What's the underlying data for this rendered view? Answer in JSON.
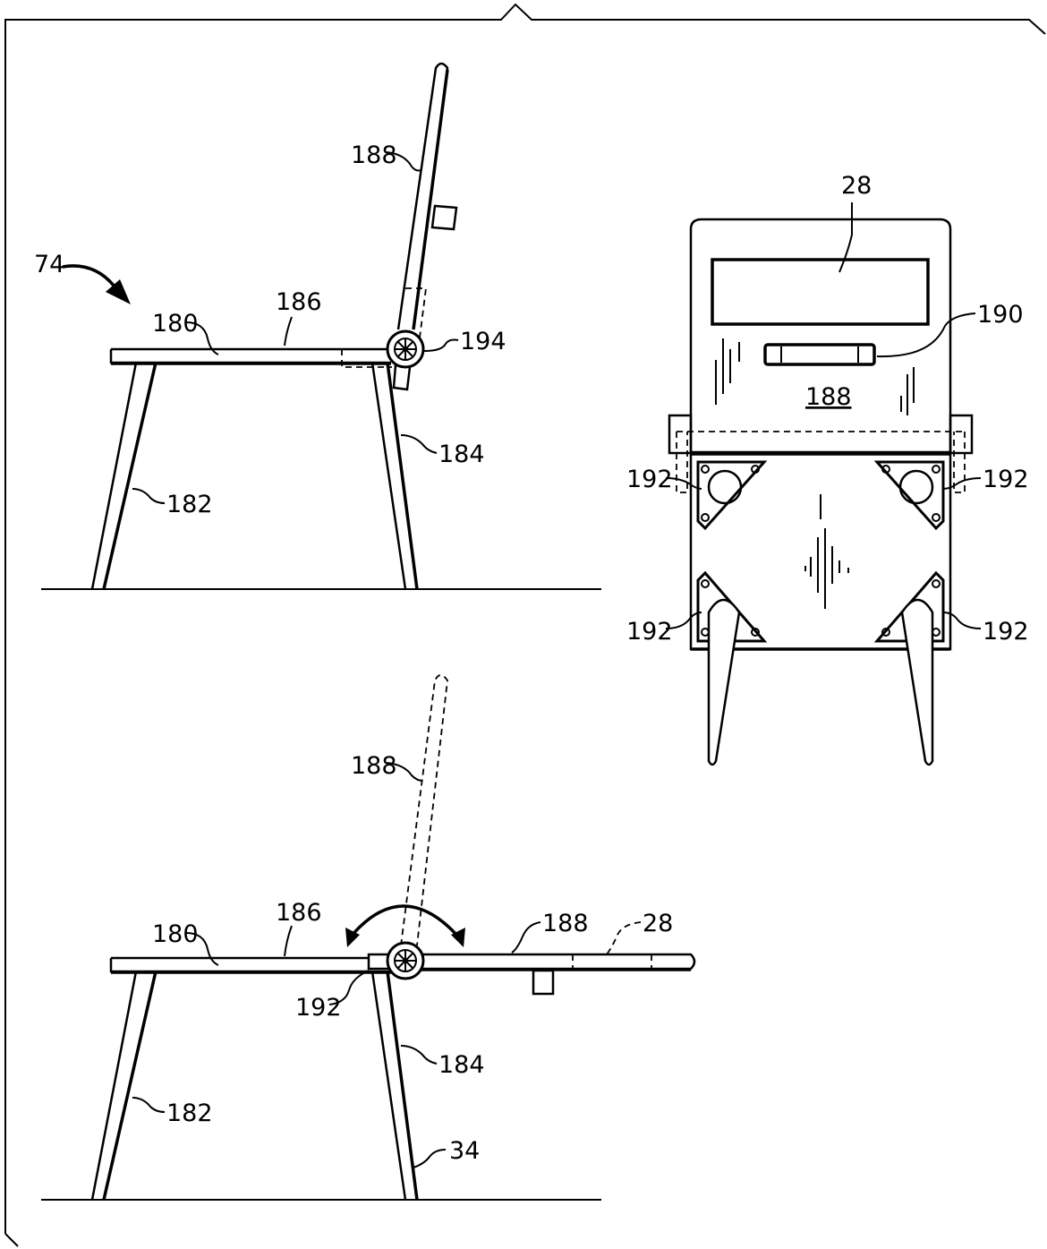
{
  "figure": {
    "views": [
      {
        "name": "side-view-upright",
        "labels": [
          "74",
          "188",
          "186",
          "180",
          "194",
          "184",
          "182"
        ]
      },
      {
        "name": "front-view",
        "labels": [
          "28",
          "190",
          "188",
          "192",
          "192",
          "192",
          "192"
        ]
      },
      {
        "name": "side-view-folded",
        "labels": [
          "188",
          "186",
          "180",
          "188",
          "28",
          "192",
          "184",
          "182",
          "34"
        ]
      }
    ]
  },
  "labels": {
    "top": {
      "l74": "74",
      "l188": "188",
      "l186": "186",
      "l180": "180",
      "l194": "194",
      "l184": "184",
      "l182": "182"
    },
    "front": {
      "l28": "28",
      "l190": "190",
      "l188": "188",
      "l192_tl": "192",
      "l192_tr": "192",
      "l192_bl": "192",
      "l192_br": "192"
    },
    "bottom": {
      "l188_dashed": "188",
      "l186": "186",
      "l180": "180",
      "l188": "188",
      "l28": "28",
      "l192": "192",
      "l184": "184",
      "l182": "182",
      "l34": "34"
    }
  }
}
